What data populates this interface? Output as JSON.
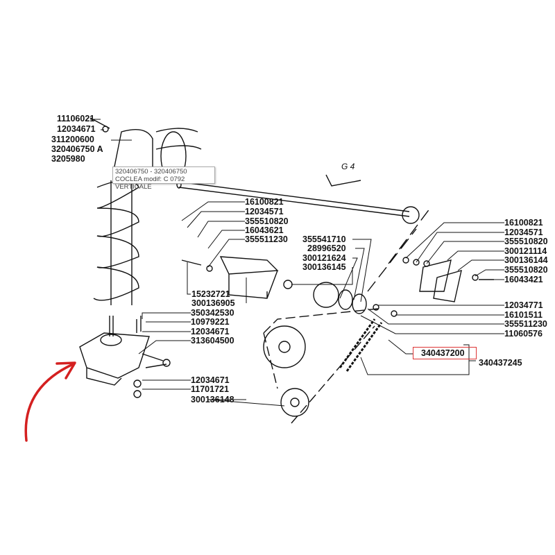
{
  "diagram": {
    "group_label": "G 4",
    "highlight_color": "#d33333",
    "arrow_color": "#d42020",
    "labels_left": [
      "11106021",
      "12034671",
      "311200600",
      "320406750 A",
      "3205980"
    ],
    "labels_bracket": [
      "16100821",
      "12034571",
      "355510820",
      "16043621",
      "355511230"
    ],
    "labels_bracket_lower": [
      "15232721",
      "300136905"
    ],
    "labels_sprocket": [
      "355541710",
      "28996520",
      "300121624",
      "300136145"
    ],
    "labels_gearbox": [
      "350342530",
      "10979221",
      "12034671",
      "313604500",
      "12034671",
      "11701721",
      "300136148"
    ],
    "labels_right": [
      "16100821",
      "12034571",
      "355510820",
      "300121114",
      "300136144",
      "355510820",
      "16043421",
      "12034771",
      "16101511",
      "355511230",
      "11060576"
    ],
    "highlighted_part": "340437200",
    "chain_assembly": "340437245"
  },
  "tooltip": {
    "line1": "320406750 - 320406750",
    "line2": "COCLEA modif: C 0792 VERTICALE"
  }
}
